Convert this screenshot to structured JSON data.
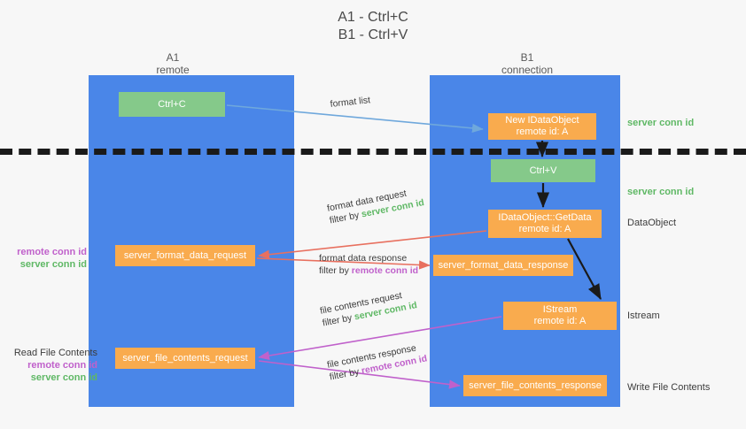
{
  "title": {
    "line1": "A1 - Ctrl+C",
    "line2": "B1 - Ctrl+V"
  },
  "colors": {
    "lane": "#4a86e8",
    "green_box": "#85c98a",
    "orange_box": "#f9ab4e",
    "server_conn_id": "#5fb865",
    "remote_conn_id": "#c061cb",
    "arrow_blue": "#6fa8dc",
    "arrow_red": "#e8705f",
    "arrow_magenta": "#c061cb",
    "arrow_black": "#1a1a1a",
    "background": "#f7f7f7"
  },
  "columns": [
    {
      "name": "A1",
      "sub": "remote"
    },
    {
      "name": "B1",
      "sub": "connection"
    }
  ],
  "boxes": {
    "ctrl_c": {
      "line1": "Ctrl+C"
    },
    "idataobject": {
      "line1": "New IDataObject",
      "line2": "remote id: A"
    },
    "ctrl_v": {
      "line1": "Ctrl+V"
    },
    "getdata": {
      "line1": "IDataObject::GetData",
      "line2": "remote id: A"
    },
    "format_data_request": {
      "line1": "server_format_data_request"
    },
    "format_data_response": {
      "line1": "server_format_data_response"
    },
    "istream": {
      "line1": "IStream",
      "line2": "remote id: A"
    },
    "file_contents_request": {
      "line1": "server_file_contents_request"
    },
    "file_contents_response": {
      "line1": "server_file_contents_response"
    }
  },
  "arrow_captions": {
    "format_list": {
      "line1": "format list"
    },
    "format_data_request": {
      "line1": "format data request",
      "filter_prefix": "filter by ",
      "filter_value": "server conn id"
    },
    "format_data_response": {
      "line1": "format data response",
      "filter_prefix": "filter by ",
      "filter_value": "remote conn id"
    },
    "file_contents_request": {
      "line1": "file contents request",
      "filter_prefix": "filter by ",
      "filter_value": "server conn id"
    },
    "file_contents_response": {
      "line1": "file contents response",
      "filter_prefix": "filter by ",
      "filter_value": "remote conn id"
    }
  },
  "side_labels": {
    "right": {
      "server_conn_id_top": "server conn id",
      "server_conn_id_mid": "server conn id",
      "dataobject": "DataObject",
      "istream": "Istream",
      "write_file_contents": "Write File Contents"
    },
    "left": {
      "remote_conn_id_1": "remote conn id",
      "server_conn_id_1": "server conn id",
      "read_file_contents": "Read File Contents",
      "remote_conn_id_2": "remote conn id",
      "server_conn_id_2": "server conn id"
    }
  }
}
